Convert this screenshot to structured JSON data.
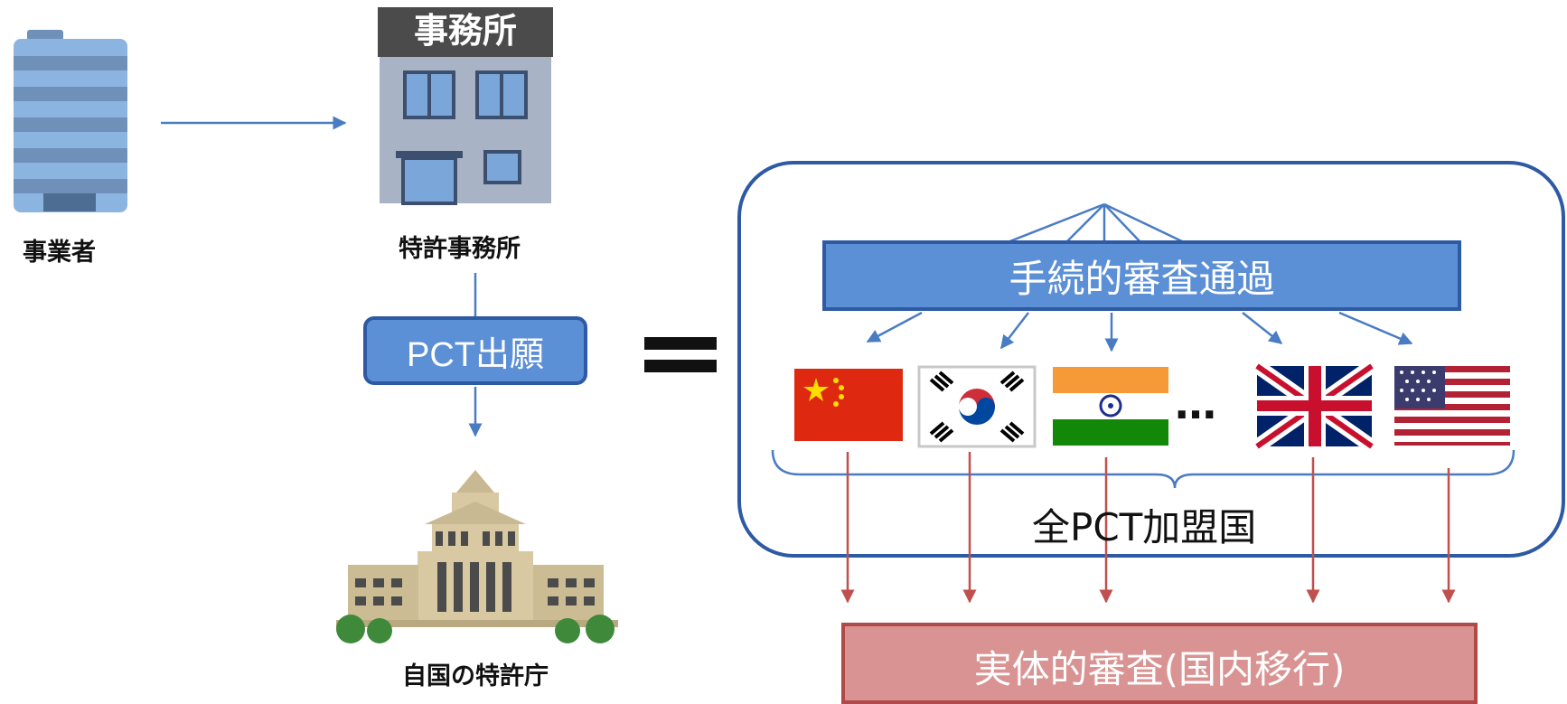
{
  "labels": {
    "applicant": "事業者",
    "patent_office_firm": "特許事務所",
    "pct_application": "PCT出願",
    "home_patent_office": "自国の特許庁",
    "formal_examination": "手続的審査通過",
    "all_pct_members": "全PCT加盟国",
    "substantive_examination": "実体的審査(国内移行)",
    "ellipsis": "…",
    "office_sign": "事務所"
  },
  "countries": [
    "China",
    "South Korea",
    "India",
    "United Kingdom",
    "United States"
  ],
  "colors": {
    "blue_fill": "#5b8fd6",
    "blue_border": "#2e5aa3",
    "red_fill": "#d99392",
    "red_border": "#b04a48",
    "arrow_blue": "#4a7cc4",
    "arrow_red": "#c0504d"
  }
}
